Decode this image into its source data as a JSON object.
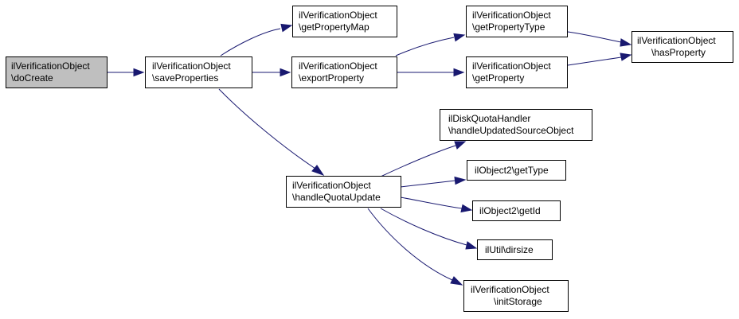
{
  "nodes": {
    "doCreate": {
      "line1": "ilVerificationObject",
      "line2": "\\doCreate",
      "root": true
    },
    "saveProperties": {
      "line1": "ilVerificationObject",
      "line2": "\\saveProperties"
    },
    "getPropertyMap": {
      "line1": "ilVerificationObject",
      "line2": "\\getPropertyMap"
    },
    "exportProperty": {
      "line1": "ilVerificationObject",
      "line2": "\\exportProperty"
    },
    "getPropertyType": {
      "line1": "ilVerificationObject",
      "line2": "\\getPropertyType"
    },
    "getProperty": {
      "line1": "ilVerificationObject",
      "line2": "\\getProperty"
    },
    "hasProperty": {
      "line1": "ilVerificationObject",
      "line2": "\\hasProperty"
    },
    "handleQuotaUpdate": {
      "line1": "ilVerificationObject",
      "line2": "\\handleQuotaUpdate"
    },
    "handleUpdatedSourceObject": {
      "line1": "ilDiskQuotaHandler",
      "line2": "\\handleUpdatedSourceObject"
    },
    "getType": {
      "line1": "ilObject2\\getType"
    },
    "getId": {
      "line1": "ilObject2\\getId"
    },
    "dirsize": {
      "line1": "ilUtil\\dirsize"
    },
    "initStorage": {
      "line1": "ilVerificationObject",
      "line2": "\\initStorage"
    }
  },
  "edges": [
    [
      "doCreate",
      "saveProperties"
    ],
    [
      "saveProperties",
      "getPropertyMap"
    ],
    [
      "saveProperties",
      "exportProperty"
    ],
    [
      "saveProperties",
      "handleQuotaUpdate"
    ],
    [
      "exportProperty",
      "getPropertyType"
    ],
    [
      "exportProperty",
      "getProperty"
    ],
    [
      "getPropertyType",
      "hasProperty"
    ],
    [
      "getProperty",
      "hasProperty"
    ],
    [
      "handleQuotaUpdate",
      "handleUpdatedSourceObject"
    ],
    [
      "handleQuotaUpdate",
      "getType"
    ],
    [
      "handleQuotaUpdate",
      "getId"
    ],
    [
      "handleQuotaUpdate",
      "dirsize"
    ],
    [
      "handleQuotaUpdate",
      "initStorage"
    ]
  ],
  "colors": {
    "edge": "#191970",
    "root_fill": "#bfbfbf",
    "node_fill": "#ffffff"
  }
}
